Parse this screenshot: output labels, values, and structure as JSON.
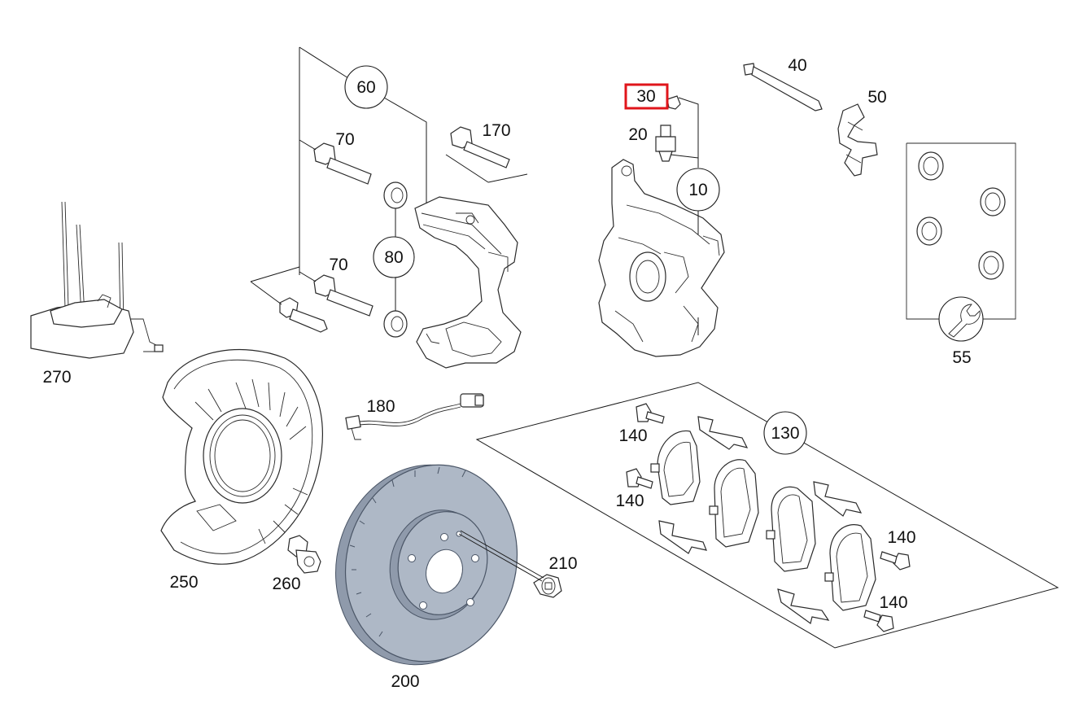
{
  "diagram": {
    "labels": {
      "p10": "10",
      "p20": "20",
      "p30": "30",
      "p40": "40",
      "p50": "50",
      "p55": "55",
      "p60": "60",
      "p70a": "70",
      "p70b": "70",
      "p80": "80",
      "p130": "130",
      "p140a": "140",
      "p140b": "140",
      "p140c": "140",
      "p140d": "140",
      "p170": "170",
      "p180": "180",
      "p200": "200",
      "p210": "210",
      "p250": "250",
      "p260": "260",
      "p270": "270"
    },
    "highlight": {
      "part": "30",
      "color": "#e0151b"
    },
    "colors": {
      "rotor": "#aeb8c6",
      "line": "#2a2a2a"
    },
    "icons": {
      "p55": "wrench-icon"
    }
  }
}
